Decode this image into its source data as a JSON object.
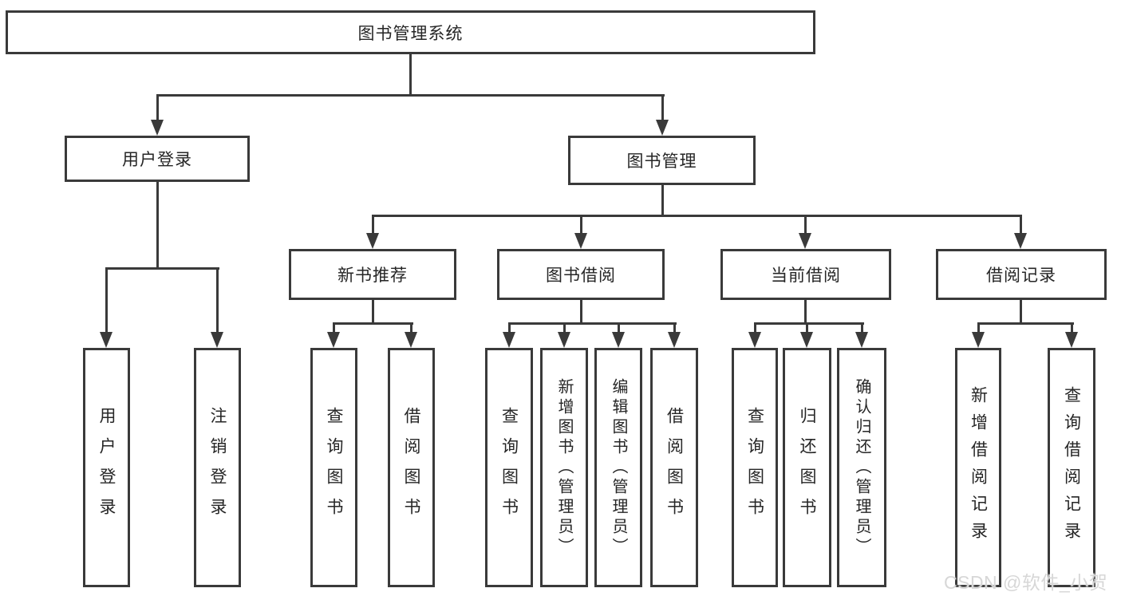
{
  "tree": {
    "label": "图书管理系统",
    "children": [
      {
        "label": "用户登录",
        "children": [
          {
            "label": "用户登录"
          },
          {
            "label": "注销登录"
          }
        ]
      },
      {
        "label": "图书管理",
        "children": [
          {
            "label": "新书推荐",
            "children": [
              {
                "label": "查询图书"
              },
              {
                "label": "借阅图书"
              }
            ]
          },
          {
            "label": "图书借阅",
            "children": [
              {
                "label": "查询图书"
              },
              {
                "label": "新增图书（管理员）"
              },
              {
                "label": "编辑图书（管理员）"
              },
              {
                "label": "借阅图书"
              }
            ]
          },
          {
            "label": "当前借阅",
            "children": [
              {
                "label": "查询图书"
              },
              {
                "label": "归还图书"
              },
              {
                "label": "确认归还（管理员）"
              }
            ]
          },
          {
            "label": "借阅记录",
            "children": [
              {
                "label": "新增借阅记录"
              },
              {
                "label": "查询借阅记录"
              }
            ]
          }
        ]
      }
    ]
  },
  "watermark": {
    "text": "CSDN @软件_小贺同学"
  },
  "colors": {
    "line": "#3a3a3a",
    "text": "#262626",
    "background": "#ffffff",
    "watermark": "#d7d7d7"
  }
}
